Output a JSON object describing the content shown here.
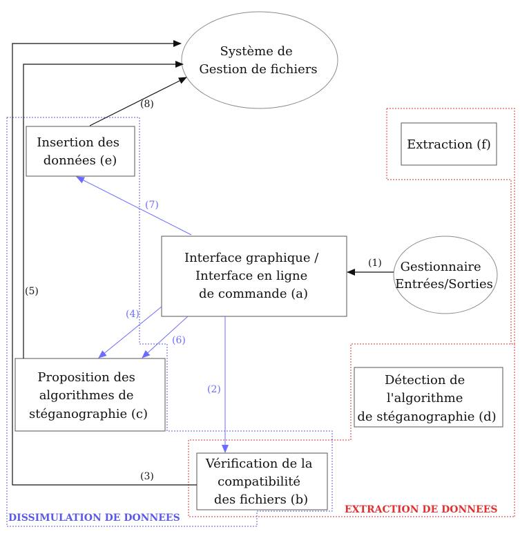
{
  "nodes": {
    "fs": {
      "line1": "Système de",
      "line2": "Gestion de fichiers"
    },
    "io": {
      "line1": "Gestionnaire",
      "line2": "Entrées/Sorties"
    },
    "ui": {
      "line1": "Interface graphique /",
      "line2": "Interface en ligne",
      "line3": "de commande (a)"
    },
    "insertion": {
      "line1": "Insertion des",
      "line2": "données (e)"
    },
    "extraction": {
      "line1": "Extraction (f)"
    },
    "proposition": {
      "line1": "Proposition des",
      "line2": "algorithmes de",
      "line3": "stéganographie (c)"
    },
    "detection": {
      "line1": "Détection de",
      "line2": "l'algorithme",
      "line3": "de stéganographie (d)"
    },
    "verification": {
      "line1": "Vérification de la",
      "line2": "compatibilité",
      "line3": "des fichiers (b)"
    }
  },
  "edges": {
    "e1": "(1)",
    "e2": "(2)",
    "e3": "(3)",
    "e4": "(4)",
    "e5": "(5)",
    "e6": "(6)",
    "e7": "(7)",
    "e8": "(8)"
  },
  "regions": {
    "dissimulation": "DISSIMULATION DE DONNEES",
    "extraction": "EXTRACTION DE DONNEES"
  },
  "colors": {
    "blue_arrow": "#6b6bff",
    "blue_region": "#5a5ae6",
    "red_region": "#e03030",
    "black": "#111111"
  }
}
